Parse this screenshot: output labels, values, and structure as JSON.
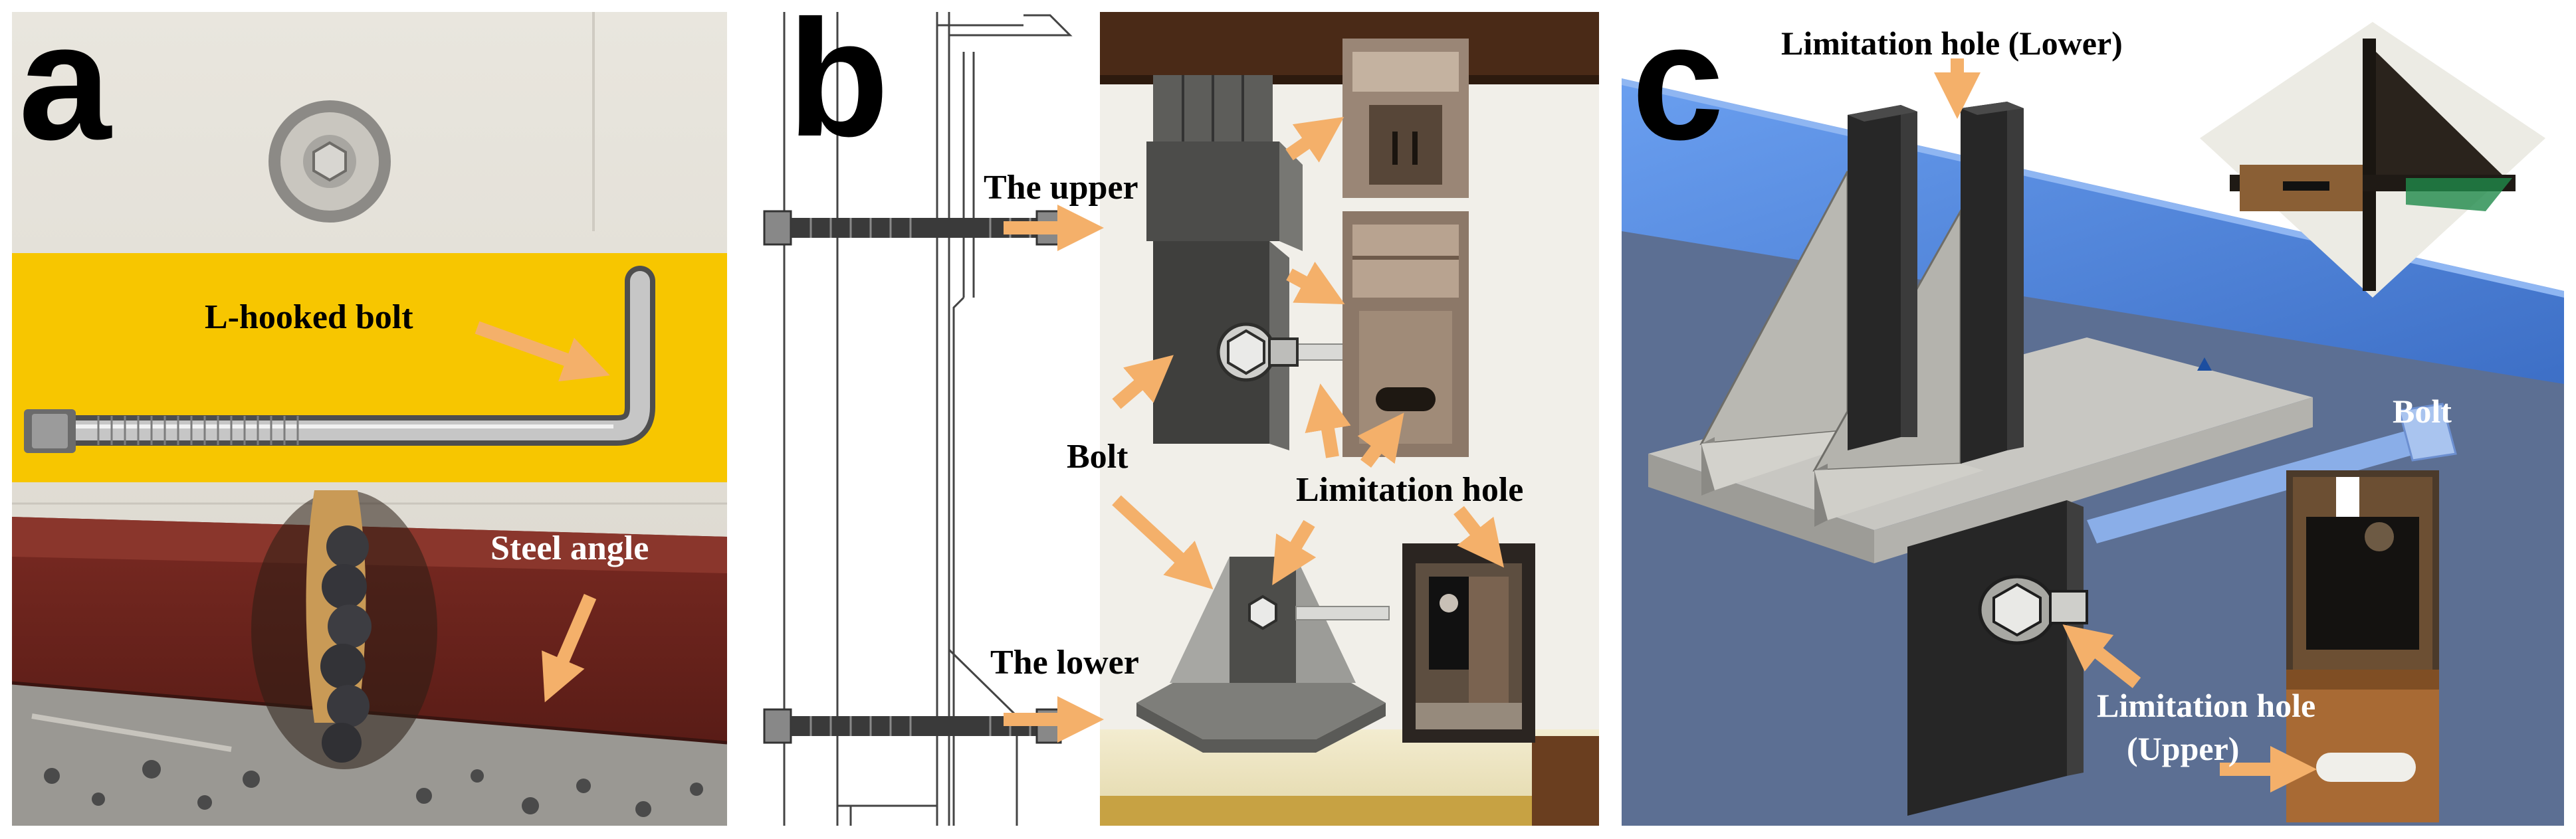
{
  "panels": {
    "a": {
      "letter": "a",
      "labels": {
        "bolt": "L-hooked bolt",
        "angle": "Steel angle"
      }
    },
    "b": {
      "letter": "b",
      "labels": {
        "upper": "The upper",
        "lower": "The lower",
        "bolt": "Bolt",
        "hole": "Limitation hole"
      }
    },
    "c": {
      "letter": "c",
      "labels": {
        "hole_lower": "Limitation hole (Lower)",
        "bolt": "Bolt",
        "hole_upper_1": "Limitation hole",
        "hole_upper_2": "(Upper)"
      }
    }
  },
  "colors": {
    "arrow": "#f4b06a",
    "highlight_band": "#f7c600",
    "wall": "#e4e1d9",
    "steel_angle": "#6e241d",
    "sky_blue": "#5b8fe0",
    "part_gray": "#8f8f8a"
  }
}
